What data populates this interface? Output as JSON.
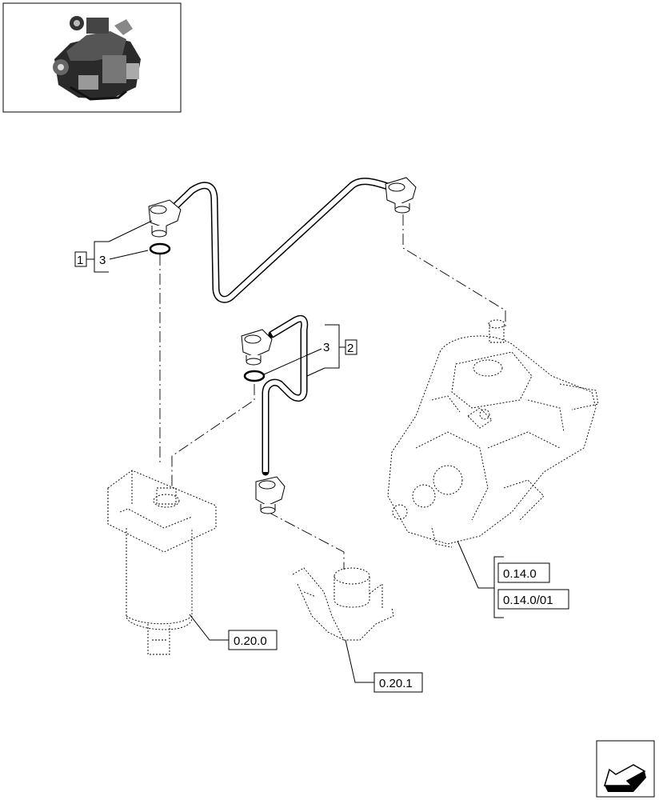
{
  "callouts": {
    "bracket_1_num": "1",
    "bracket_1_item": "3",
    "bracket_2_num": "2",
    "bracket_2_item": "3",
    "ref_pump_a": "0.14.0",
    "ref_pump_b": "0.14.0/01",
    "ref_filter": "0.20.0",
    "ref_lift_pump": "0.20.1"
  },
  "icons": {
    "thumbnail": "engine-thumbnail-icon",
    "nav": "previous-page-arrow-icon"
  }
}
